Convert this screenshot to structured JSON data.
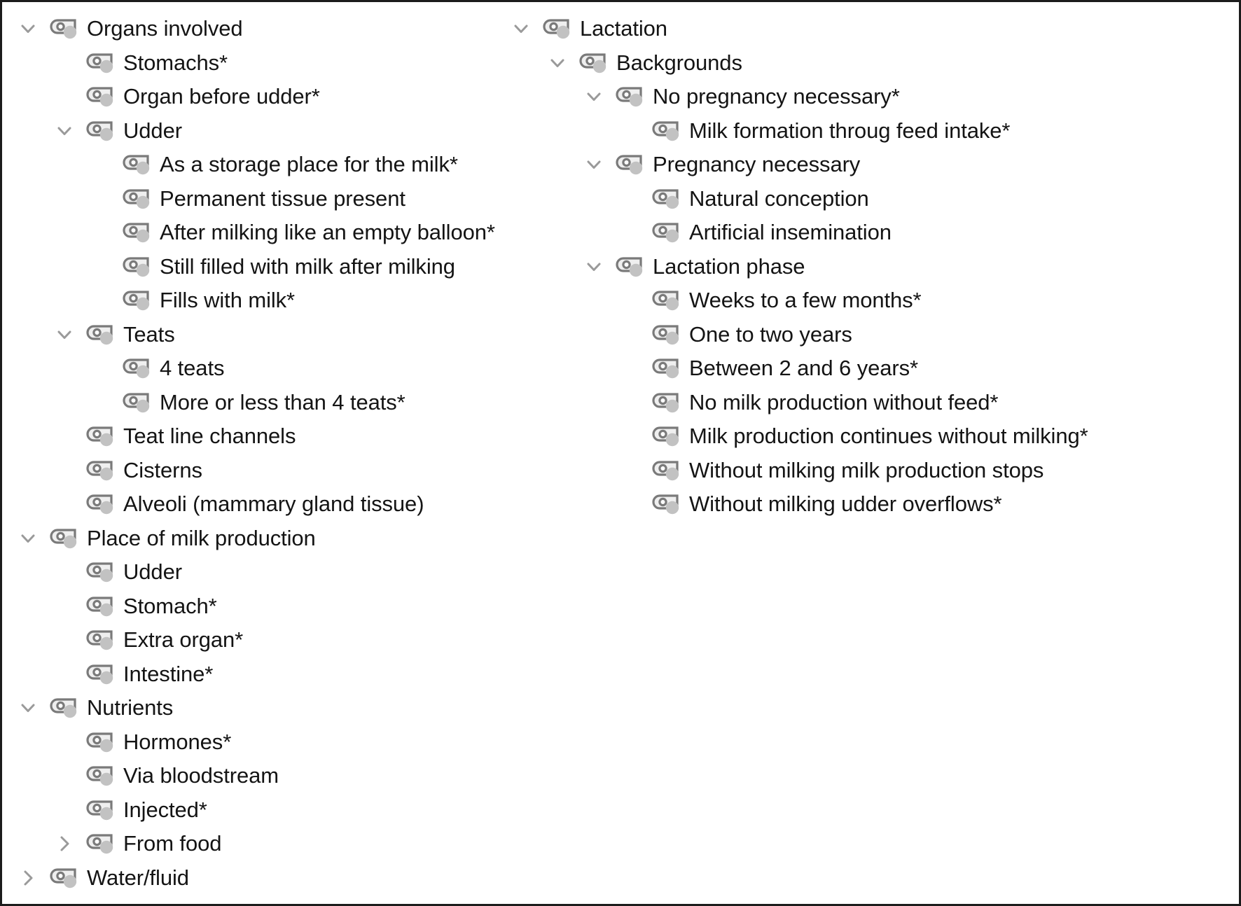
{
  "view": {
    "name": "tree-outline",
    "icon_name": "node-icon",
    "expanded_icon": "chevron-down-icon",
    "collapsed_icon": "chevron-right-icon",
    "colors": {
      "text": "#141414",
      "icon_outline": "#7a7a7a",
      "icon_fill": "#c2c2c2",
      "chevron": "#9a9a9a",
      "border": "#1c1c1c",
      "background": "#ffffff"
    }
  },
  "columns": [
    {
      "id": "left",
      "nodes": [
        {
          "label": "Organs involved",
          "level": 0,
          "state": "expanded"
        },
        {
          "label": "Stomachs*",
          "level": 1,
          "state": "leaf"
        },
        {
          "label": "Organ before udder*",
          "level": 1,
          "state": "leaf"
        },
        {
          "label": "Udder",
          "level": 1,
          "state": "expanded"
        },
        {
          "label": "As a storage place for the milk*",
          "level": 2,
          "state": "leaf"
        },
        {
          "label": "Permanent tissue  present",
          "level": 2,
          "state": "leaf"
        },
        {
          "label": "After milking like an empty balloon*",
          "level": 2,
          "state": "leaf"
        },
        {
          "label": "Still filled with milk after milking",
          "level": 2,
          "state": "leaf"
        },
        {
          "label": "Fills with milk*",
          "level": 2,
          "state": "leaf"
        },
        {
          "label": "Teats",
          "level": 1,
          "state": "expanded"
        },
        {
          "label": "4 teats",
          "level": 2,
          "state": "leaf"
        },
        {
          "label": "More or less than 4 teats*",
          "level": 2,
          "state": "leaf"
        },
        {
          "label": "Teat line channels",
          "level": 1,
          "state": "leaf"
        },
        {
          "label": "Cisterns",
          "level": 1,
          "state": "leaf"
        },
        {
          "label": "Alveoli (mammary gland tissue)",
          "level": 1,
          "state": "leaf"
        },
        {
          "label": "Place of milk production",
          "level": 0,
          "state": "expanded"
        },
        {
          "label": "Udder",
          "level": 1,
          "state": "leaf"
        },
        {
          "label": "Stomach*",
          "level": 1,
          "state": "leaf"
        },
        {
          "label": "Extra organ*",
          "level": 1,
          "state": "leaf"
        },
        {
          "label": "Intestine*",
          "level": 1,
          "state": "leaf"
        },
        {
          "label": "Nutrients",
          "level": 0,
          "state": "expanded"
        },
        {
          "label": "Hormones*",
          "level": 1,
          "state": "leaf"
        },
        {
          "label": "Via bloodstream",
          "level": 1,
          "state": "leaf"
        },
        {
          "label": "Injected*",
          "level": 1,
          "state": "leaf"
        },
        {
          "label": "From food",
          "level": 1,
          "state": "collapsed"
        },
        {
          "label": "Water/fluid",
          "level": 0,
          "state": "collapsed"
        }
      ]
    },
    {
      "id": "right",
      "nodes": [
        {
          "label": "Lactation",
          "level": 0,
          "state": "expanded"
        },
        {
          "label": "Backgrounds",
          "level": 1,
          "state": "expanded"
        },
        {
          "label": "No pregnancy necessary*",
          "level": 2,
          "state": "expanded"
        },
        {
          "label": "Milk formation throug feed intake*",
          "level": 3,
          "state": "leaf"
        },
        {
          "label": "Pregnancy necessary",
          "level": 2,
          "state": "expanded"
        },
        {
          "label": "Natural conception",
          "level": 3,
          "state": "leaf"
        },
        {
          "label": "Artificial insemination",
          "level": 3,
          "state": "leaf"
        },
        {
          "label": "Lactation phase",
          "level": 2,
          "state": "expanded"
        },
        {
          "label": "Weeks to a few months*",
          "level": 3,
          "state": "leaf"
        },
        {
          "label": "One to two years",
          "level": 3,
          "state": "leaf"
        },
        {
          "label": "Between 2 and 6 years*",
          "level": 3,
          "state": "leaf"
        },
        {
          "label": "No milk production without feed*",
          "level": 3,
          "state": "leaf"
        },
        {
          "label": "Milk production continues without milking*",
          "level": 3,
          "state": "leaf"
        },
        {
          "label": "Without milking milk production stops",
          "level": 3,
          "state": "leaf"
        },
        {
          "label": "Without milking udder overflows*",
          "level": 3,
          "state": "leaf"
        }
      ]
    }
  ]
}
